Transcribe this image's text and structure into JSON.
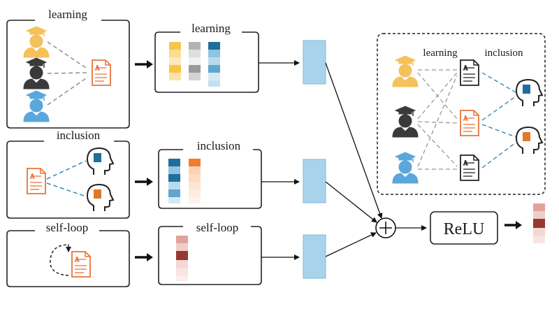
{
  "diagram": {
    "labels": {
      "learning": "learning",
      "inclusion": "inclusion",
      "self_loop": "self-loop",
      "relu": "ReLU",
      "sum": "+"
    },
    "colors": {
      "student_yellow": "#f5c15a",
      "student_black": "#3a3a3a",
      "student_blue": "#5aa7dc",
      "resource_orange": "#e8743b",
      "concept_blue": "#1f6e9c",
      "concept_orange": "#e07a2a",
      "hidden_box": "#a9d3ea",
      "output_red": "#b2463d"
    },
    "icons": {
      "student": "graduate-student-icon",
      "resource": "document-icon",
      "concept": "head-with-book-icon"
    }
  }
}
